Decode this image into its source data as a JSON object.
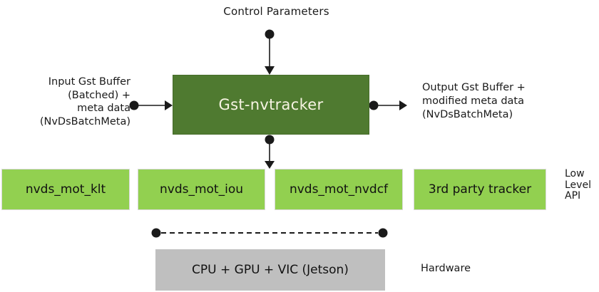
{
  "header": {
    "control_parameters": "Control Parameters"
  },
  "main_box": {
    "label": "Gst-nvtracker"
  },
  "input_label": {
    "lines": [
      "Input Gst Buffer",
      "(Batched) +",
      "meta data",
      "(NvDsBatchMeta)"
    ]
  },
  "output_label": {
    "lines": [
      "Output Gst Buffer +",
      "modified meta data",
      "(NvDsBatchMeta)"
    ]
  },
  "trackers": [
    {
      "label": "nvds_mot_klt"
    },
    {
      "label": "nvds_mot_iou"
    },
    {
      "label": "nvds_mot_nvdcf"
    },
    {
      "label": "3rd party tracker"
    }
  ],
  "low_level_api": {
    "lines": [
      "Low",
      "Level",
      "API"
    ]
  },
  "hardware": {
    "box_label": "CPU + GPU + VIC (Jetson)",
    "side_label": "Hardware"
  },
  "colors": {
    "main_box_green": "#4f7a30",
    "tracker_light_green": "#92d050",
    "hardware_gray": "#bfbfbf",
    "main_box_text": "#f7f4e3",
    "connector_black": "#1a1a1a"
  }
}
